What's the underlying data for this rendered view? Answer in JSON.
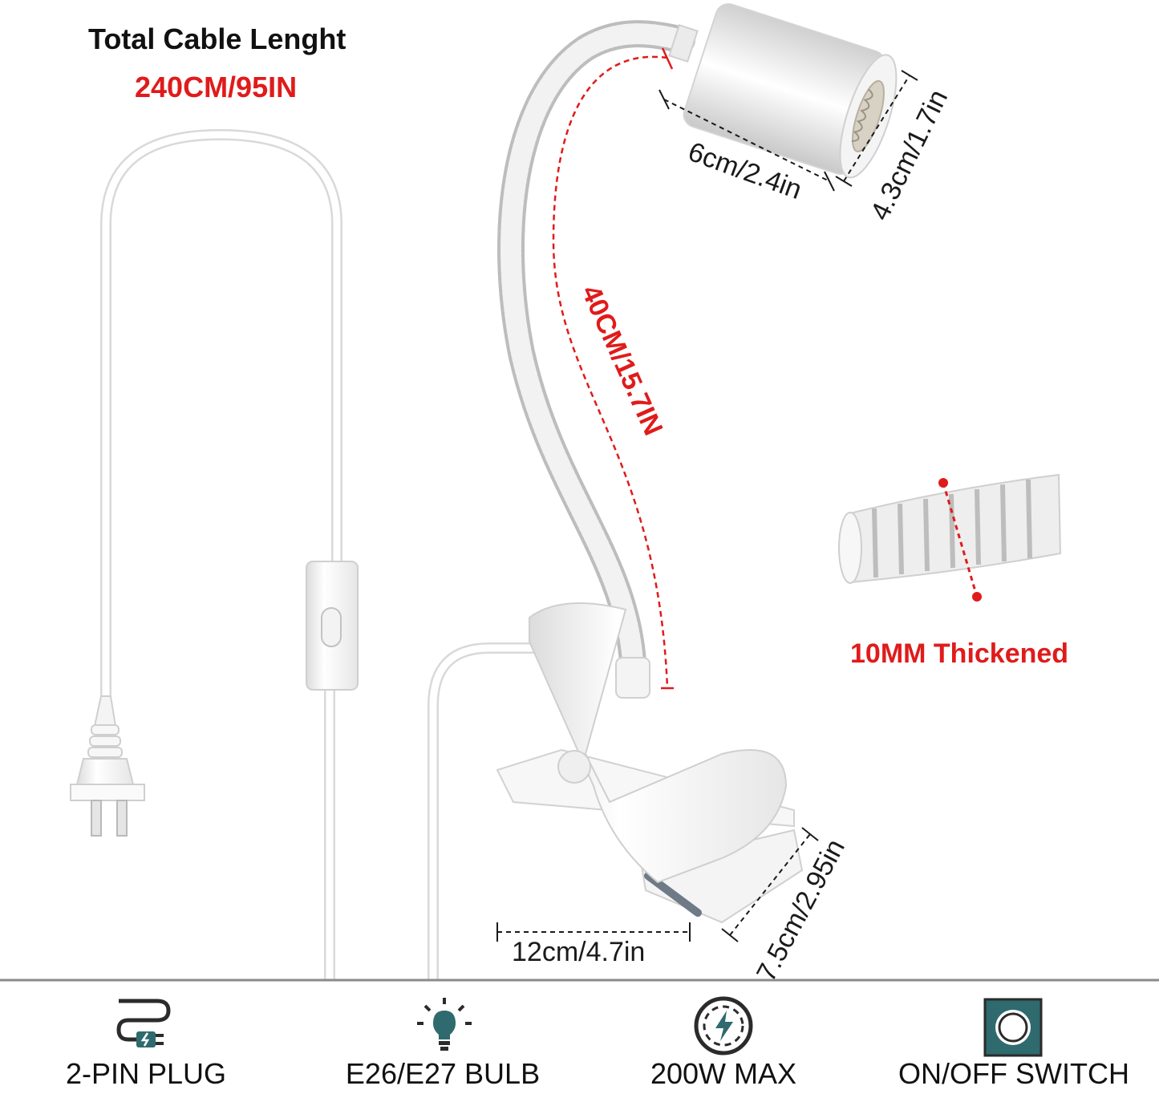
{
  "cable": {
    "title": "Total Cable Lenght",
    "length": "240CM/95IN"
  },
  "dimensions": {
    "holder_width": "6cm/2.4in",
    "holder_diameter": "4.3cm/1.7in",
    "gooseneck_length": "40CM/15.7IN",
    "tube_thickness": "10MM Thickened",
    "clip_width": "12cm/4.7in",
    "clip_depth": "7.5cm/2.95in"
  },
  "features": [
    {
      "label": "2-PIN PLUG",
      "icon": "plug-icon"
    },
    {
      "label": "E26/E27 BULB",
      "icon": "bulb-icon"
    },
    {
      "label": "200W MAX",
      "icon": "power-icon"
    },
    {
      "label": "ON/OFF SWITCH",
      "icon": "switch-icon"
    }
  ],
  "colors": {
    "accent_red": "#e01b1b",
    "icon_teal": "#2f6a6e",
    "icon_dark": "#2b2b2b"
  }
}
